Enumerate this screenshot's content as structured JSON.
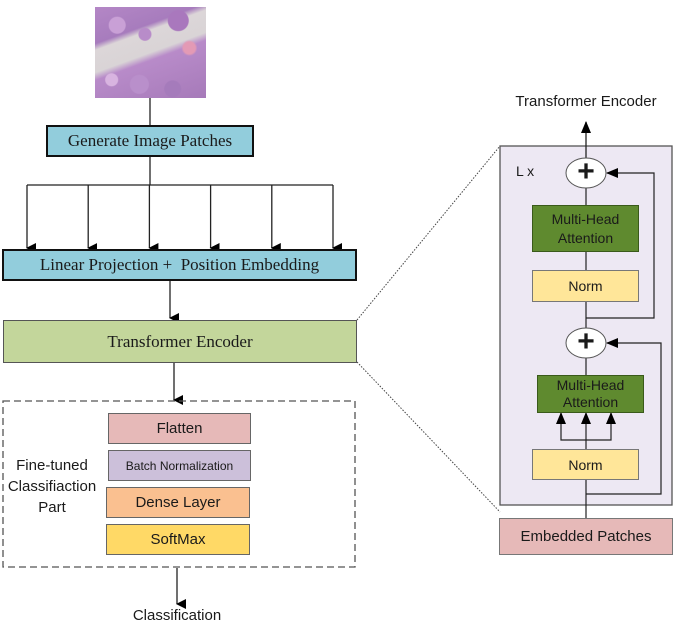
{
  "diagram": {
    "left_pipeline": {
      "input_image": "histopathology-tissue-image",
      "generate_patches": "Generate Image Patches",
      "linear_projection": "Linear Projection +  Position Embedding",
      "transformer_encoder": "Transformer Encoder",
      "patch_arrow_count": 6,
      "classification_part": {
        "title_lines": [
          "Fine-tuned",
          "Classifiaction",
          "Part"
        ],
        "layers": [
          "Flatten",
          "Batch Normalization",
          "Dense Layer",
          "SoftMax"
        ]
      },
      "output": "Classification"
    },
    "encoder_detail": {
      "title": "Transformer Encoder",
      "repeat_label": "L x",
      "upper_block": {
        "add": "+",
        "attention_lines": [
          "Multi-Head",
          "Attention"
        ],
        "norm": "Norm"
      },
      "lower_block": {
        "add": "+",
        "attention_lines": [
          "Multi-Head",
          "Attention"
        ],
        "norm": "Norm"
      },
      "input": "Embedded Patches"
    },
    "colors": {
      "patch_box": "#92cddc",
      "encoder_box": "#c3d69b",
      "flatten": "#e6b9b8",
      "batch_norm": "#ccc0da",
      "dense": "#fac090",
      "softmax": "#ffd966",
      "attention": "#5f8a2f",
      "norm": "#ffe699",
      "encoder_panel": "#ede8f3",
      "embedded_patches": "#e6b9b8"
    }
  }
}
